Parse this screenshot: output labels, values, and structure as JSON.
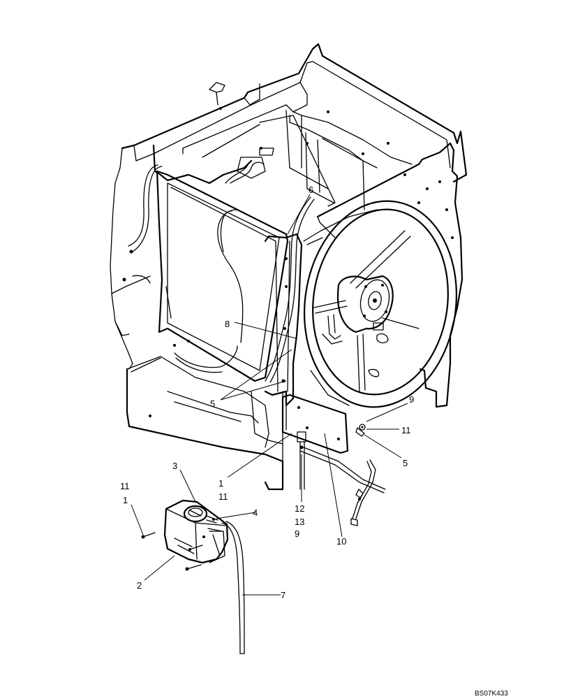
{
  "callouts": [
    {
      "id": "c6",
      "text": "6"
    },
    {
      "id": "c8",
      "text": "8"
    },
    {
      "id": "c5a",
      "text": "5"
    },
    {
      "id": "c9a",
      "text": "9"
    },
    {
      "id": "c11a",
      "text": "11"
    },
    {
      "id": "c5b",
      "text": "5"
    },
    {
      "id": "c3",
      "text": "3"
    },
    {
      "id": "c11b",
      "text": "11"
    },
    {
      "id": "c1a",
      "text": "1"
    },
    {
      "id": "c1b",
      "text": "1"
    },
    {
      "id": "c11c",
      "text": "11"
    },
    {
      "id": "c4",
      "text": "4"
    },
    {
      "id": "c12",
      "text": "12"
    },
    {
      "id": "c13",
      "text": "13"
    },
    {
      "id": "c9b",
      "text": "9"
    },
    {
      "id": "c10",
      "text": "10"
    },
    {
      "id": "c2",
      "text": "2"
    },
    {
      "id": "c7",
      "text": "7"
    }
  ],
  "drawing_id": "BS07K433"
}
